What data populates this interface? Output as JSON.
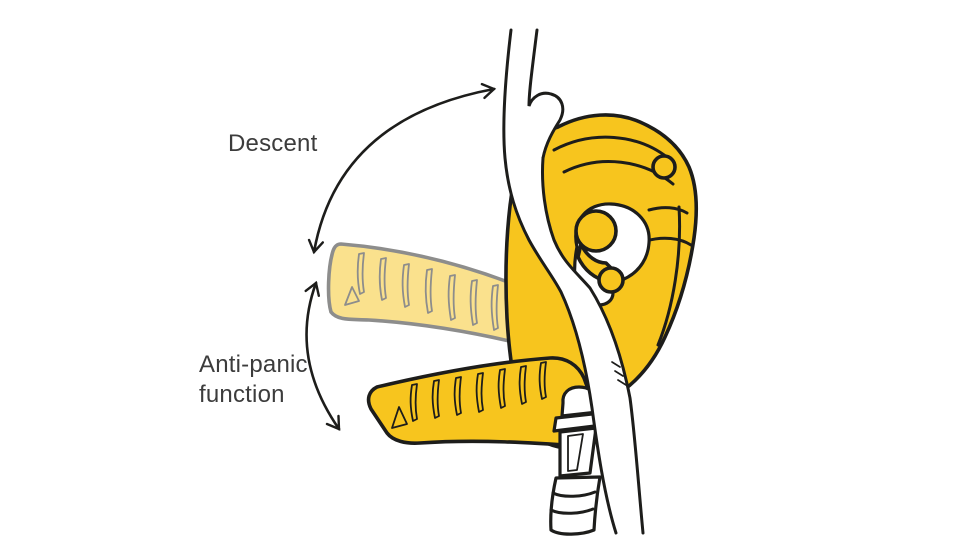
{
  "labels": {
    "descent": "Descent",
    "anti_panic_line1": "Anti-panic",
    "anti_panic_line2": "function"
  },
  "colors": {
    "yellow": "#F7C51E",
    "outline": "#1D1D1B",
    "text": "#3C3C3C",
    "background": "#FFFFFF"
  },
  "illustration": {
    "type": "product-diagram",
    "subject": "Self-braking descender on a rope showing handle rotation ranges",
    "faded_handle_opacity": 0.5,
    "parts": [
      "rope",
      "descender-body",
      "cam-mechanism",
      "handle-descent-position-faded",
      "handle-anti-panic-position",
      "carabiner-connector",
      "descent-rotation-arrow",
      "anti-panic-rotation-arrow"
    ]
  }
}
